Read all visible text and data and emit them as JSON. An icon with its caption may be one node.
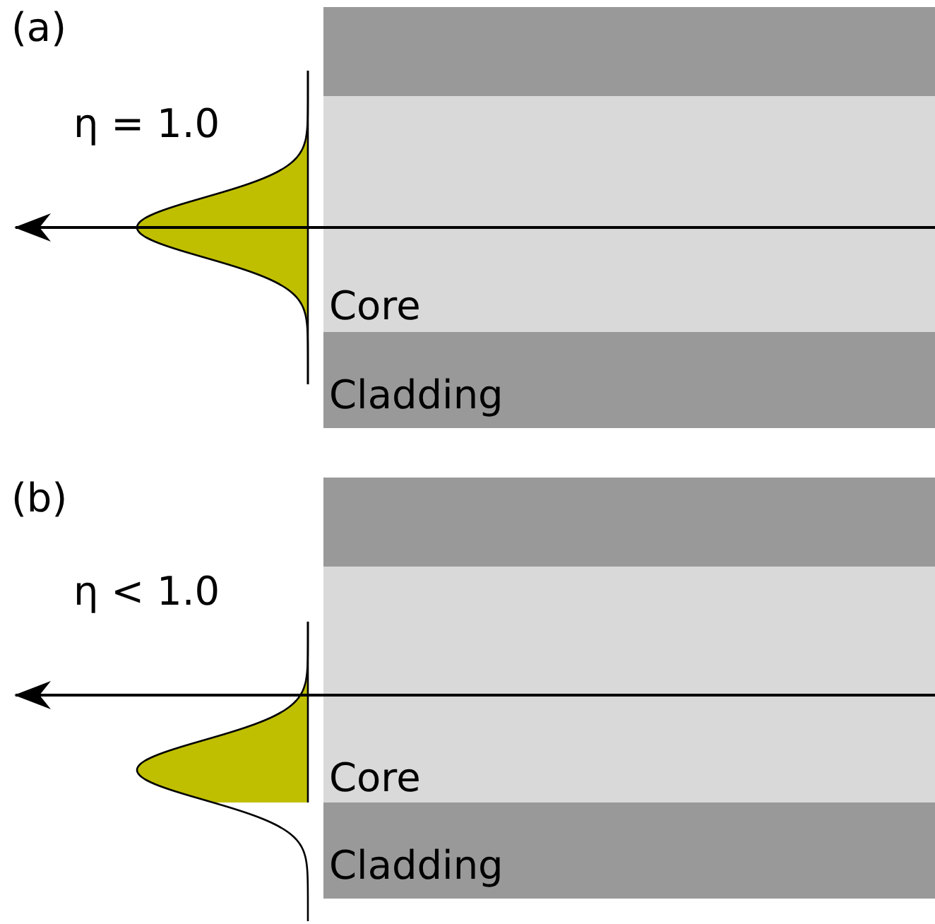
{
  "diagram": {
    "labels": [
      "(a)",
      "η = 1.0",
      "Core",
      "Cladding",
      "(b)",
      "η < 1.0",
      "Core",
      "Cladding"
    ]
  }
}
